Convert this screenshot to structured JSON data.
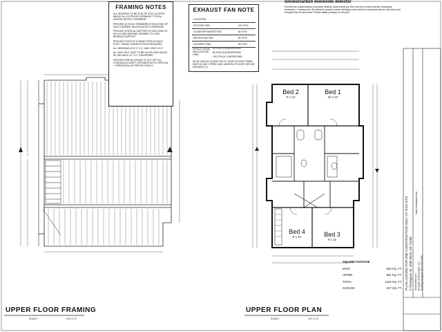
{
  "framing_notes": {
    "title": "FRAMING NOTES",
    "notes": [
      "ALL HEADERS TO BE 2x10 OR 2x12 LOCATED ABOVE ALL EXTERIOR OPENINGS TYPICAL UNLESS NOTED OTHERWISE",
      "PROVIDE (2) SOLID TRIMMERS AT EACH END OF EACH HEADER UNLESS NOTED OTHERWISE",
      "PROVIDE VERTICAL SUPPORT AT EACH END OF EACH LOAD BEARING MEMBER TO LOAD BEARING SUPPORT",
      "PROVIDE POSITIVE CONNECTORS AT EACH POST + BEAM CONNECTION AS REQUIRED",
      "ALL BRIDGING AT 8'-0\" O.C. MAX OVER 12'-0\"",
      "ALL MULTIPLE JOIST TO BE GLUED AND NAILED W/ 16d NAILS 12\" O.C. STAGGERED",
      "PROVIDE FIRE BLOCKING TO CUT OFF ALL CONCEALED DRAFT OPENINGS BOTH VERTICAL + HORIZONTAL AS PER IRC R302.11"
    ]
  },
  "exhaust_fan_note": {
    "title": "EXHAUST FAN NOTE",
    "rows": [
      {
        "label": "LOCATION",
        "value": ""
      },
      {
        "label": "KITCHEN FAN",
        "value": "100 CFM"
      },
      {
        "label": "1/2 BATH/POWDER FAN",
        "value": "50 CFM"
      },
      {
        "label": "BATHROOM FAN",
        "value": "50 CFM"
      },
      {
        "label": "LAUNDRY FAN",
        "value": "50 CFM"
      }
    ],
    "whole_house_label": "WHOLE HOUSE FAN (CHOOSE ONE)",
    "options": [
      "50 CFM (1-3) BEDROOMS",
      "80 CFM (4-5) BEDROOMS",
      "100 CFM (6-7) BEDROOMS"
    ],
    "note": "NOTE: WHOLE HOUSE FAN TO HAVE 24 HOUR TIMER SWITCH NEXT SPEED AND UNDERCUT DOOR FOR AIR PASSAGE (1\")"
  },
  "smoke_note": {
    "heading": "Smoke/carbon monoxide detector",
    "body": "Provide one smoke/carbon monoxide detector (hard-wired) per floor and one in each corridor accessing bedrooms + in bedrooms. All detectors located outside sleeping rooms shall be interconnected so that when one is tripped the all will sound. Provide battery backup for all units."
  },
  "rooms": [
    {
      "name": "Bed 2",
      "dims": "9' x 13'"
    },
    {
      "name": "Bed 1",
      "dims": "10' x 13'"
    },
    {
      "name": "Bed 4",
      "dims": "9' x 10'"
    },
    {
      "name": "Bed 3",
      "dims": "9' x 11'"
    }
  ],
  "square_footage": {
    "title": "SQUARE FOOTAGE",
    "rows": [
      {
        "label": "MAIN",
        "value": "583 SQ. FT."
      },
      {
        "label": "UPPER",
        "value": "861 SQ. FT."
      },
      {
        "label": "TOTAL",
        "value": "1444 SQ. FT."
      },
      {
        "label": "GARAGE",
        "value": "247 SQ. FT."
      }
    ]
  },
  "titles": {
    "framing": "UPPER FLOOR FRAMING",
    "plan": "UPPER FLOOR PLAN",
    "scale": "SCALE:",
    "scale_value": "1/4\"=1'-0\""
  },
  "side_block": {
    "license": "PLAN LICENSE FOR ONE CONSTRUCTION ONLY AT THIS SITE",
    "address": "0 Thompson St, Little Rock, AR 72206",
    "company1": "houseplans.pro",
    "company2": "Broadus & Associates, Inc.",
    "company3": "building designer 501-256-3029",
    "web": "www.houseplans.pro"
  },
  "colors": {
    "ink": "#111111",
    "paper": "#ffffff",
    "border": "#222222"
  }
}
